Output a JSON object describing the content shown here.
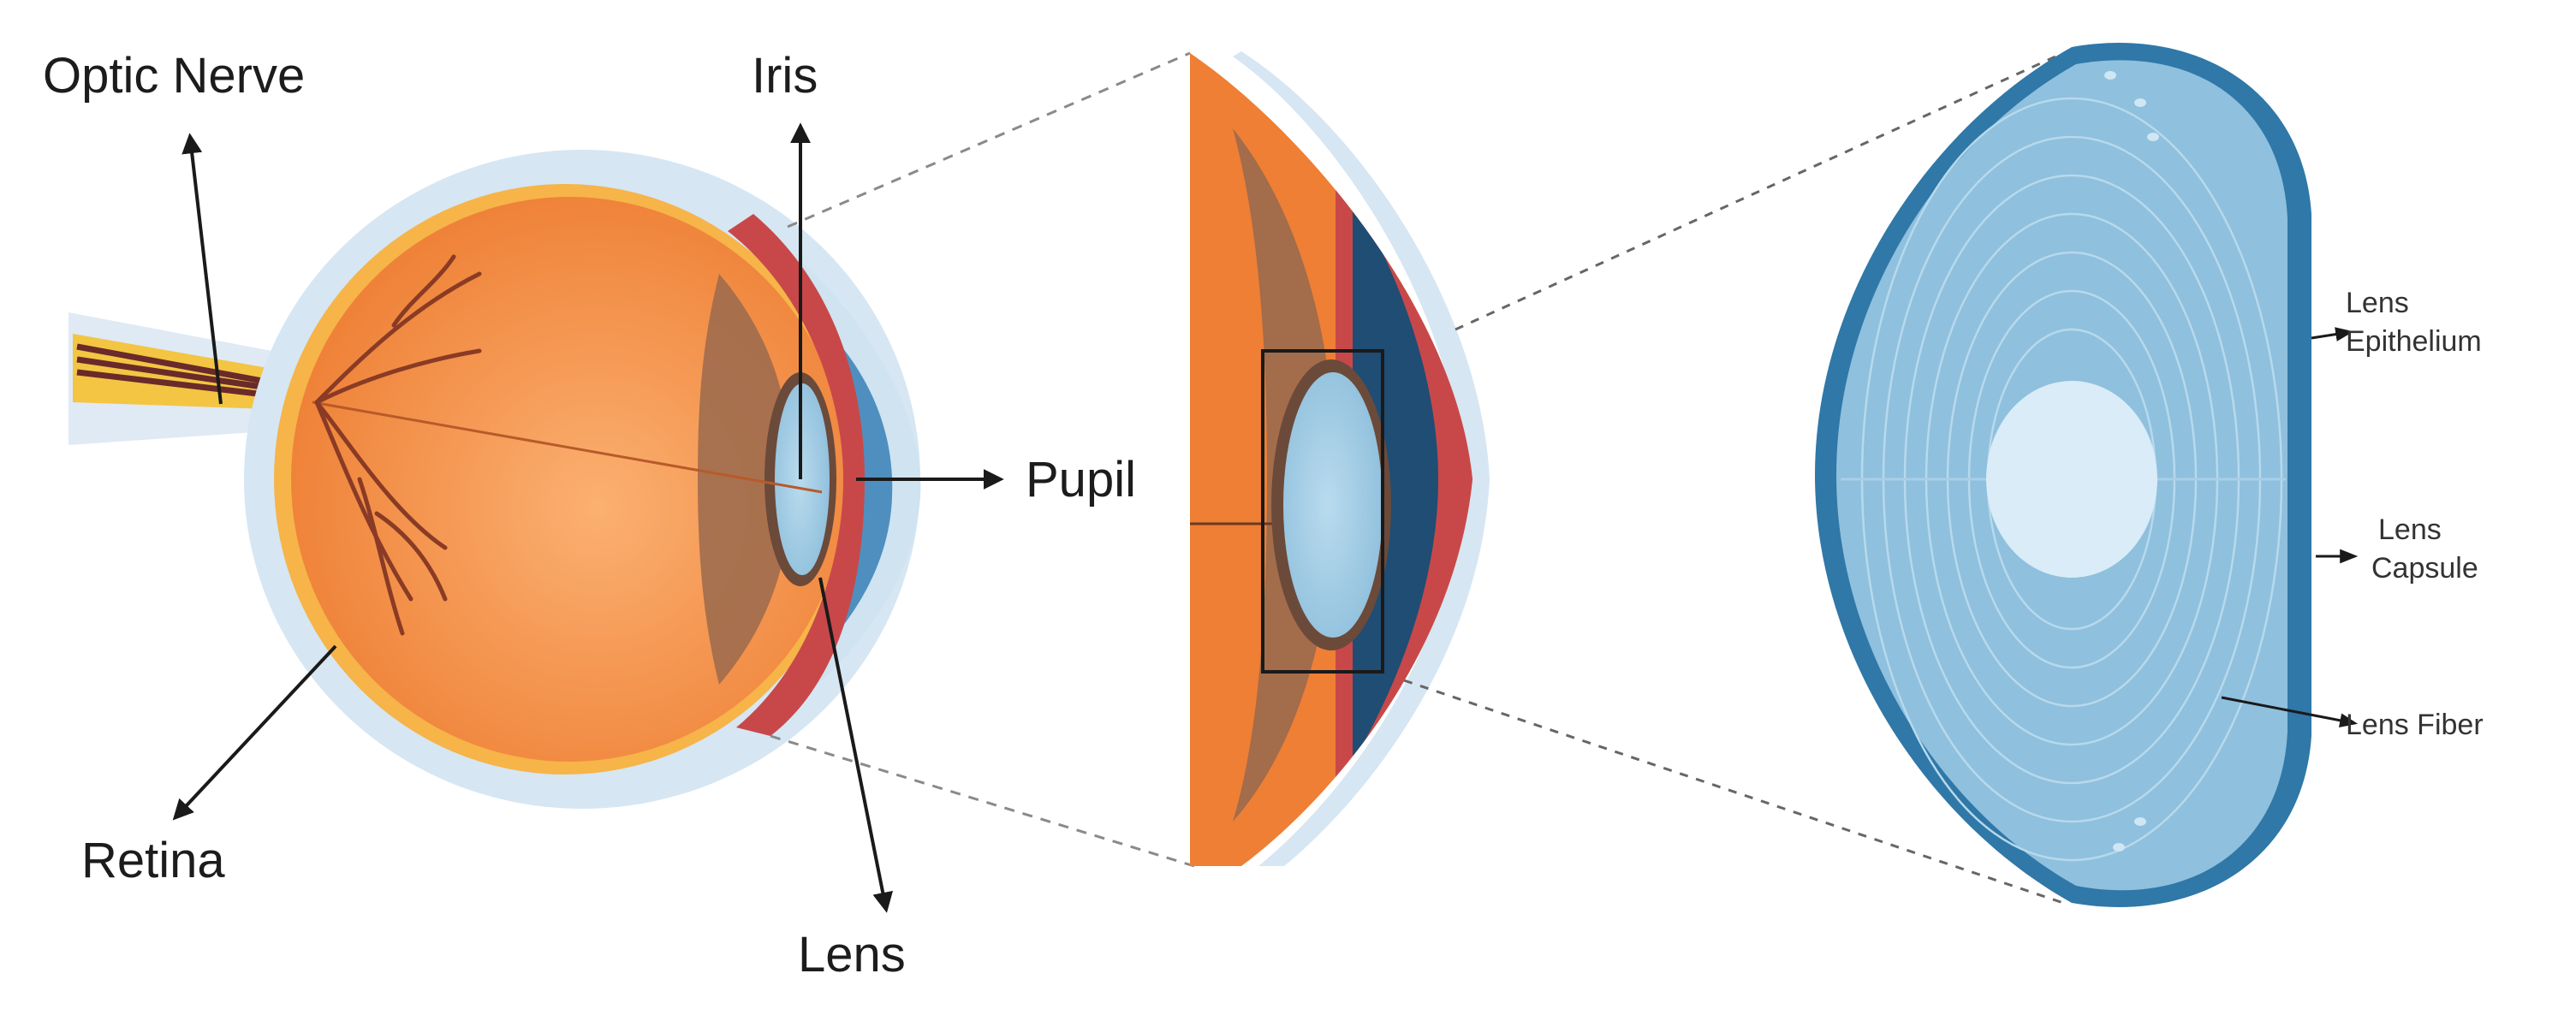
{
  "labels": {
    "optic_nerve": "Optic Nerve",
    "iris": "Iris",
    "pupil": "Pupil",
    "retina": "Retina",
    "lens": "Lens",
    "lens_epithelium_line1": "Lens",
    "lens_epithelium_line2": "Epithelium",
    "lens_capsule_line1": "Lens",
    "lens_capsule_line2": "Capsule",
    "lens_fiber": "Lens Fiber"
  },
  "colors": {
    "sclera_outer": "#cfe3f1",
    "eyeball": "#f08a3c",
    "eyeball_highlight": "#fbb071",
    "retina_rim": "#f6b449",
    "choroid": "#c8484a",
    "ciliary": "#9a6a4e",
    "cornea": "#4f8fbf",
    "cornea_dark": "#1f4d74",
    "lens_fill": "#a8cde4",
    "lens_fiber_fill": "#8fc0de",
    "lens_capsule": "#2f78a8",
    "lens_nucleus": "#d9ecf7",
    "nerve_yellow": "#f3c542",
    "nerve_dark": "#6a2a2a",
    "vessels": "#8a3b25",
    "arrow": "#1a1a1a",
    "dashed": "#8a8a8a"
  }
}
